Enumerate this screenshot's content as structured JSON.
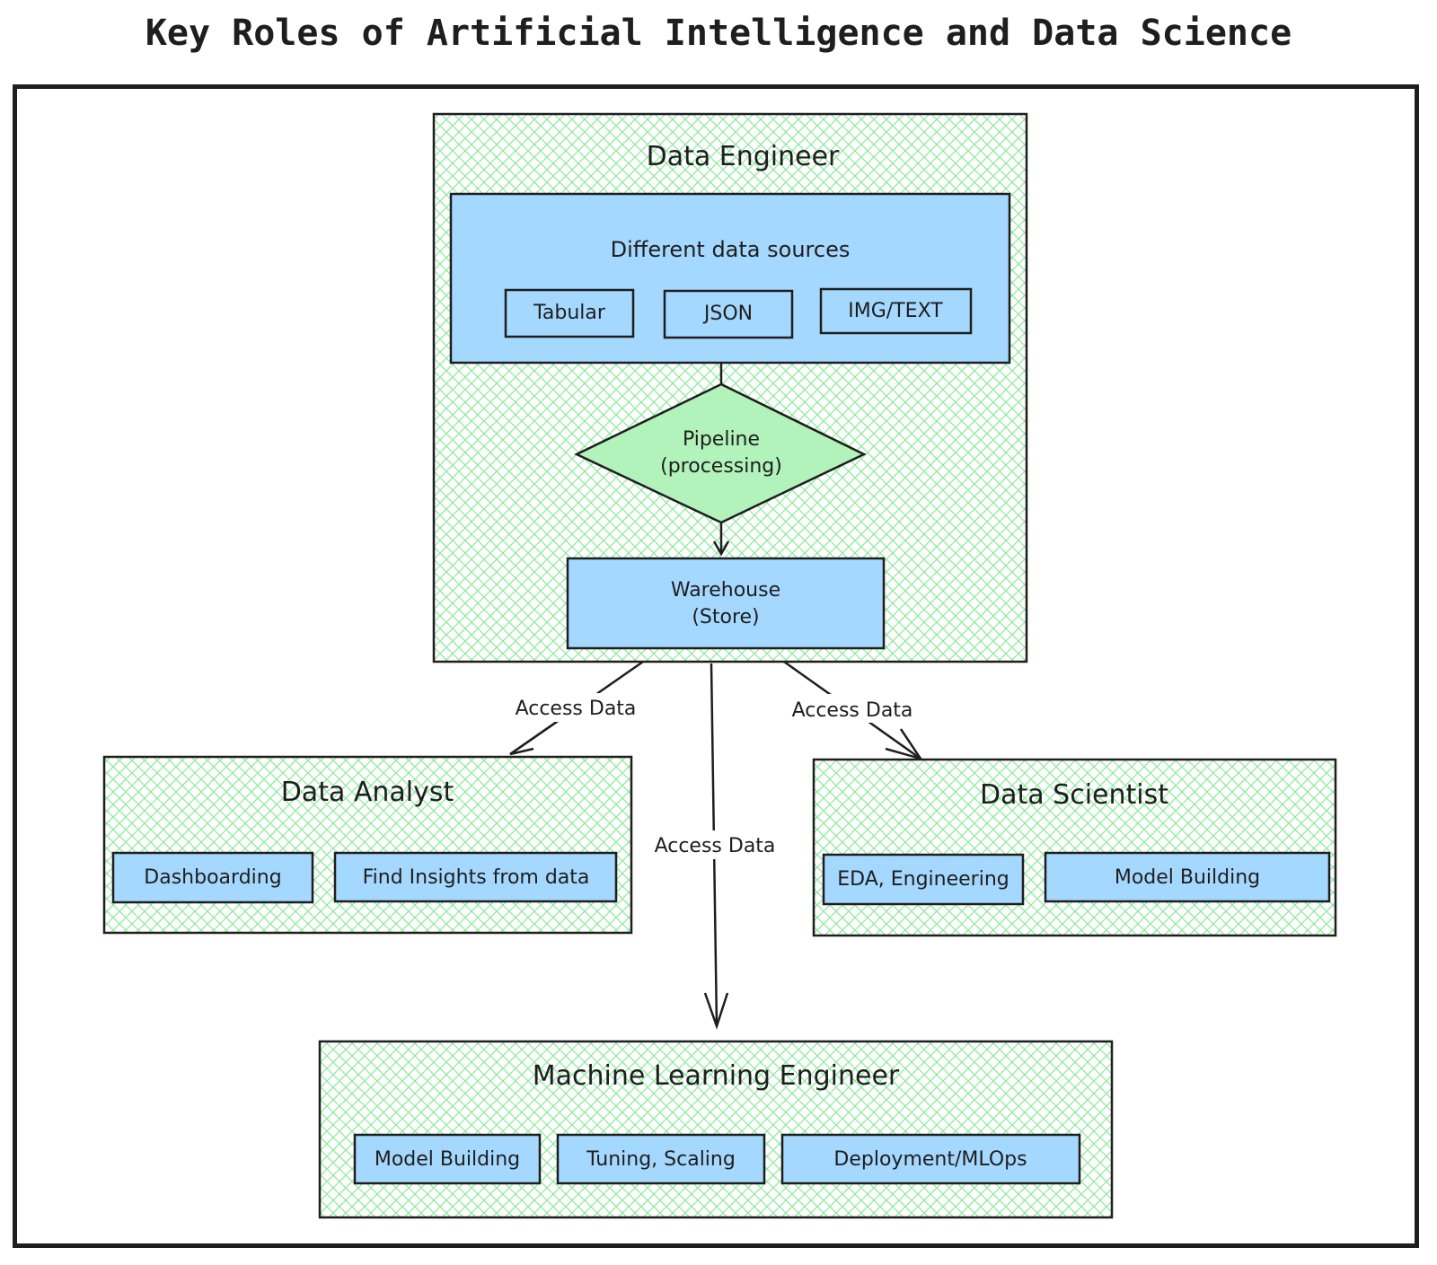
{
  "title": "Key Roles of Artificial Intelligence and Data Science",
  "colors": {
    "stroke": "#1e1e1e",
    "blue_fill": "#a5d8ff",
    "green_fill": "#b2f2bb",
    "hatch": "#8ce99a"
  },
  "data_engineer": {
    "title": "Data Engineer",
    "sources": {
      "title": "Different data sources",
      "items": [
        "Tabular",
        "JSON",
        "IMG/TEXT"
      ]
    },
    "pipeline": {
      "line1": "Pipeline",
      "line2": "(processing)"
    },
    "warehouse": {
      "line1": "Warehouse",
      "line2": "(Store)"
    }
  },
  "edges": {
    "to_analyst": "Access Data",
    "to_scientist": "Access Data",
    "to_ml_engineer": "Access Data"
  },
  "data_analyst": {
    "title": "Data Analyst",
    "items": [
      "Dashboarding",
      "Find Insights from data"
    ]
  },
  "data_scientist": {
    "title": "Data Scientist",
    "items": [
      "EDA, Engineering",
      "Model Building"
    ]
  },
  "ml_engineer": {
    "title": "Machine Learning Engineer",
    "items": [
      "Model Building",
      "Tuning, Scaling",
      "Deployment/MLOps"
    ]
  }
}
